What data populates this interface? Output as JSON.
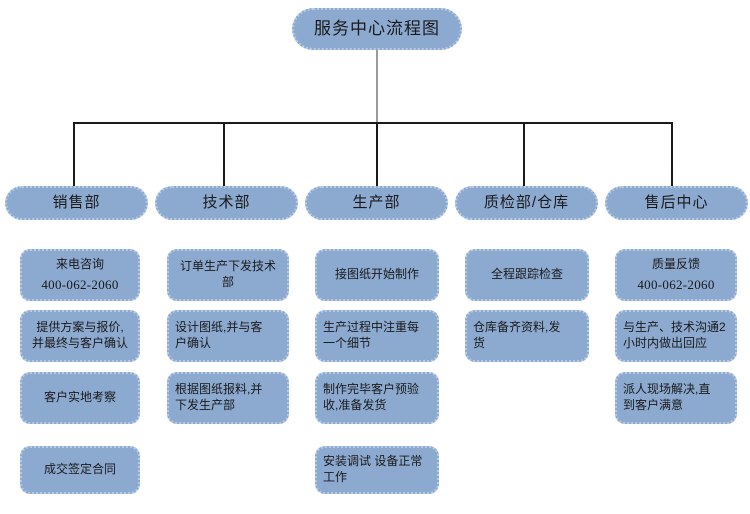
{
  "diagram": {
    "title": "服务中心流程图",
    "type": "organizational-flowchart",
    "background_color": "#ffffff",
    "node_fill_color": "#8CA9D0",
    "node_border_color": "#B6CBE6",
    "connector_color": "#1a1a1a",
    "title_connector_color": "#9a9a9a"
  },
  "columns": [
    {
      "id": "sales",
      "header": "销售部",
      "steps": [
        {
          "lines": [
            "来电咨询"
          ],
          "phone": "400-062-2060"
        },
        {
          "lines": [
            "提供方案与报价,",
            "并最终与客户确认"
          ]
        },
        {
          "lines": [
            "客户实地考察"
          ]
        },
        {
          "lines": [
            "成交签定合同"
          ]
        }
      ]
    },
    {
      "id": "technical",
      "header": "技术部",
      "steps": [
        {
          "lines": [
            "订单生产下发技术部"
          ]
        },
        {
          "lines": [
            "设计图纸,并与客",
            "户确认"
          ]
        },
        {
          "lines": [
            "根据图纸报料,并",
            "下发生产部"
          ]
        }
      ]
    },
    {
      "id": "production",
      "header": "生产部",
      "steps": [
        {
          "lines": [
            "接图纸开始制作"
          ]
        },
        {
          "lines": [
            "生产过程中注重每",
            "一个细节"
          ]
        },
        {
          "lines": [
            "制作完毕客户预验",
            "收,准备发货"
          ]
        },
        {
          "lines": [
            "安装调试 设备正常",
            "工作"
          ]
        }
      ]
    },
    {
      "id": "qc-warehouse",
      "header": "质检部/仓库",
      "steps": [
        {
          "lines": [
            "全程跟踪检查"
          ]
        },
        {
          "lines": [
            "仓库备齐资料,发",
            "货"
          ]
        }
      ]
    },
    {
      "id": "after-sales",
      "header": "售后中心",
      "steps": [
        {
          "lines": [
            "质量反馈"
          ],
          "phone": "400-062-2060"
        },
        {
          "lines": [
            "与生产、技术沟通2",
            "小时内做出回应"
          ]
        },
        {
          "lines": [
            "派人现场解决,直",
            "到客户满意"
          ]
        }
      ]
    }
  ]
}
